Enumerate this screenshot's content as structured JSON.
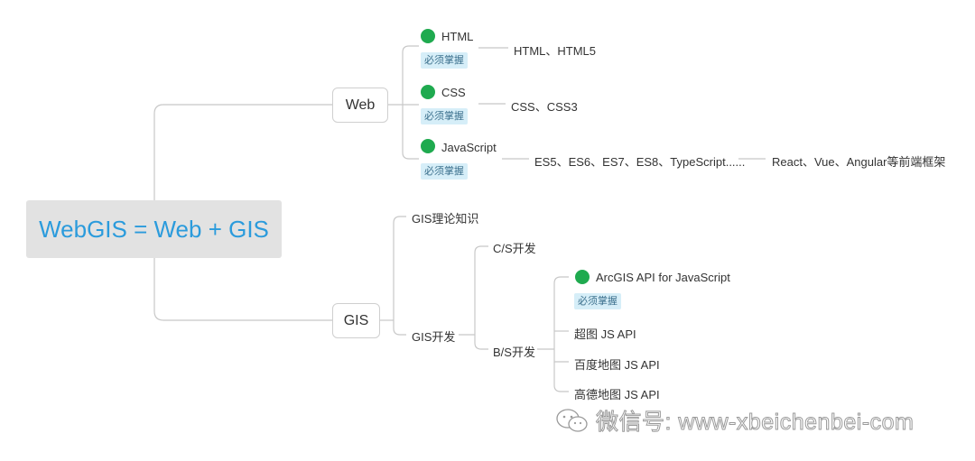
{
  "root": {
    "label": "WebGIS = Web + GIS"
  },
  "web": {
    "label": "Web",
    "children": [
      {
        "label": "HTML",
        "tag": "必须掌握",
        "detail": "HTML、HTML5"
      },
      {
        "label": "CSS",
        "tag": "必须掌握",
        "detail": "CSS、CSS3"
      },
      {
        "label": "JavaScript",
        "tag": "必须掌握",
        "detail": "ES5、ES6、ES7、ES8、TypeScript......",
        "detail2": "React、Vue、Angular等前端框架"
      }
    ]
  },
  "gis": {
    "label": "GIS",
    "theory": "GIS理论知识",
    "dev": "GIS开发",
    "cs": "C/S开发",
    "bs": "B/S开发",
    "bs_children": [
      {
        "label": "ArcGIS API for JavaScript",
        "tag": "必须掌握"
      },
      {
        "label": "超图 JS API"
      },
      {
        "label": "百度地图 JS API"
      },
      {
        "label": "高德地图 JS API"
      }
    ]
  },
  "watermark": {
    "text": "微信号: www-xbeichenbei-com",
    "icon": "wechat-icon"
  },
  "colors": {
    "accent": "#2b9bdc",
    "marker": "#1faa4f",
    "tag_bg": "#d6eef8",
    "root_bg": "#e2e2e2"
  }
}
